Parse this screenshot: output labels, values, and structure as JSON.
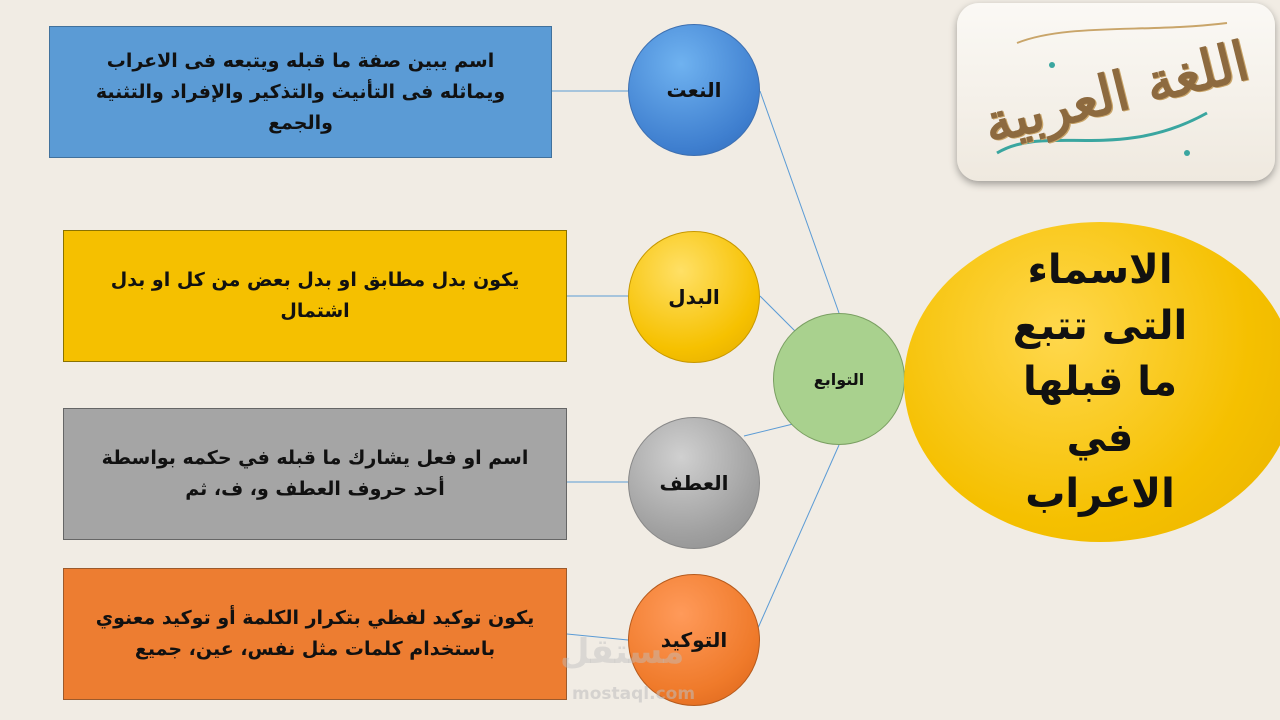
{
  "central_topic": "الاسماء التى تتبع ما قبلها في الاعراب",
  "hub": "التوابع",
  "branches": [
    {
      "name": "النعت",
      "definition": "اسم يبين صفة ما قبله ويتبعه فى الاعراب ويماثله فى التأنيث والتذكير والإفراد والتثنية والجمع",
      "color": "#5b9bd5"
    },
    {
      "name": "البدل",
      "definition": "يكون بدل مطابق او بدل بعض من كل او بدل اشتمال",
      "color": "#f5c000"
    },
    {
      "name": "العطف",
      "definition": "اسم او فعل يشارك ما قبله في حكمه بواسطة أحد حروف العطف و، ف، ثم",
      "color": "#a5a5a5"
    },
    {
      "name": "التوكيد",
      "definition": "يكون توكيد لفظي بتكرار الكلمة أو توكيد معنوي باستخدام كلمات مثل نفس، عين، جميع",
      "color": "#ed7d31"
    }
  ],
  "logo_text": "اللغة العربية",
  "watermark": {
    "arabic": "مستقل",
    "latin": "mostaql.com"
  }
}
